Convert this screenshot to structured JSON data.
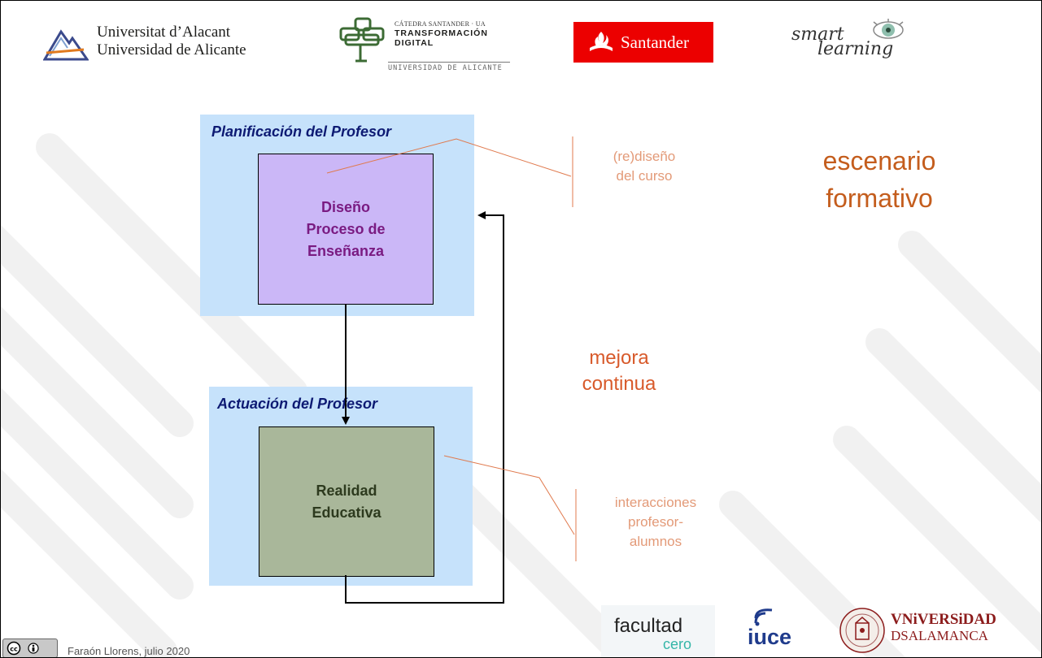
{
  "header": {
    "ua_logo": {
      "line1": "Universitat d’Alacant",
      "line2": "Universidad de Alicante"
    },
    "catedra_logo": {
      "line1": "CÁTEDRA SANTANDER · UA",
      "line2": "TRANSFORMACIÓN",
      "line3": "DIGITAL",
      "line4": "UNIVERSIDAD DE ALICANTE"
    },
    "santander_logo": {
      "text": "Santander"
    },
    "smart_logo": {
      "line1": "smart",
      "line2": "learning"
    }
  },
  "diagram": {
    "planning_panel": {
      "label": "Planificación del Profesor"
    },
    "design_box": {
      "line1": "Diseño",
      "line2": "Proceso de",
      "line3": "Enseñanza"
    },
    "action_panel": {
      "label": "Actuación del Profesor"
    },
    "reality_box": {
      "line1": "Realidad",
      "line2": "Educativa"
    },
    "callout_top": {
      "line1": "(re)diseño",
      "line2": "del curso"
    },
    "callout_bottom": {
      "line1": "interacciones",
      "line2": "profesor-",
      "line3": "alumnos"
    },
    "loop_label": {
      "line1": "mejora",
      "line2": "continua"
    },
    "title": {
      "line1": "escenario",
      "line2": "formativo"
    }
  },
  "footer": {
    "author": "Faraón Llorens, julio 2020",
    "facultad_logo": {
      "line1": "facultad",
      "line2": "cero"
    },
    "iuce_logo": {
      "text": "iuce"
    },
    "usal_logo": {
      "line1": "VNiVERSiDAD",
      "line2": "DSALAMANCA"
    }
  },
  "colors": {
    "panel": "#c6e2fb",
    "design_box": "#cbb7f7",
    "reality_box": "#a9b79a",
    "callout_text": "#e39a78",
    "callout_line": "#e07a4e",
    "title_text": "#c45d1d",
    "santander_red": "#ec0000"
  }
}
